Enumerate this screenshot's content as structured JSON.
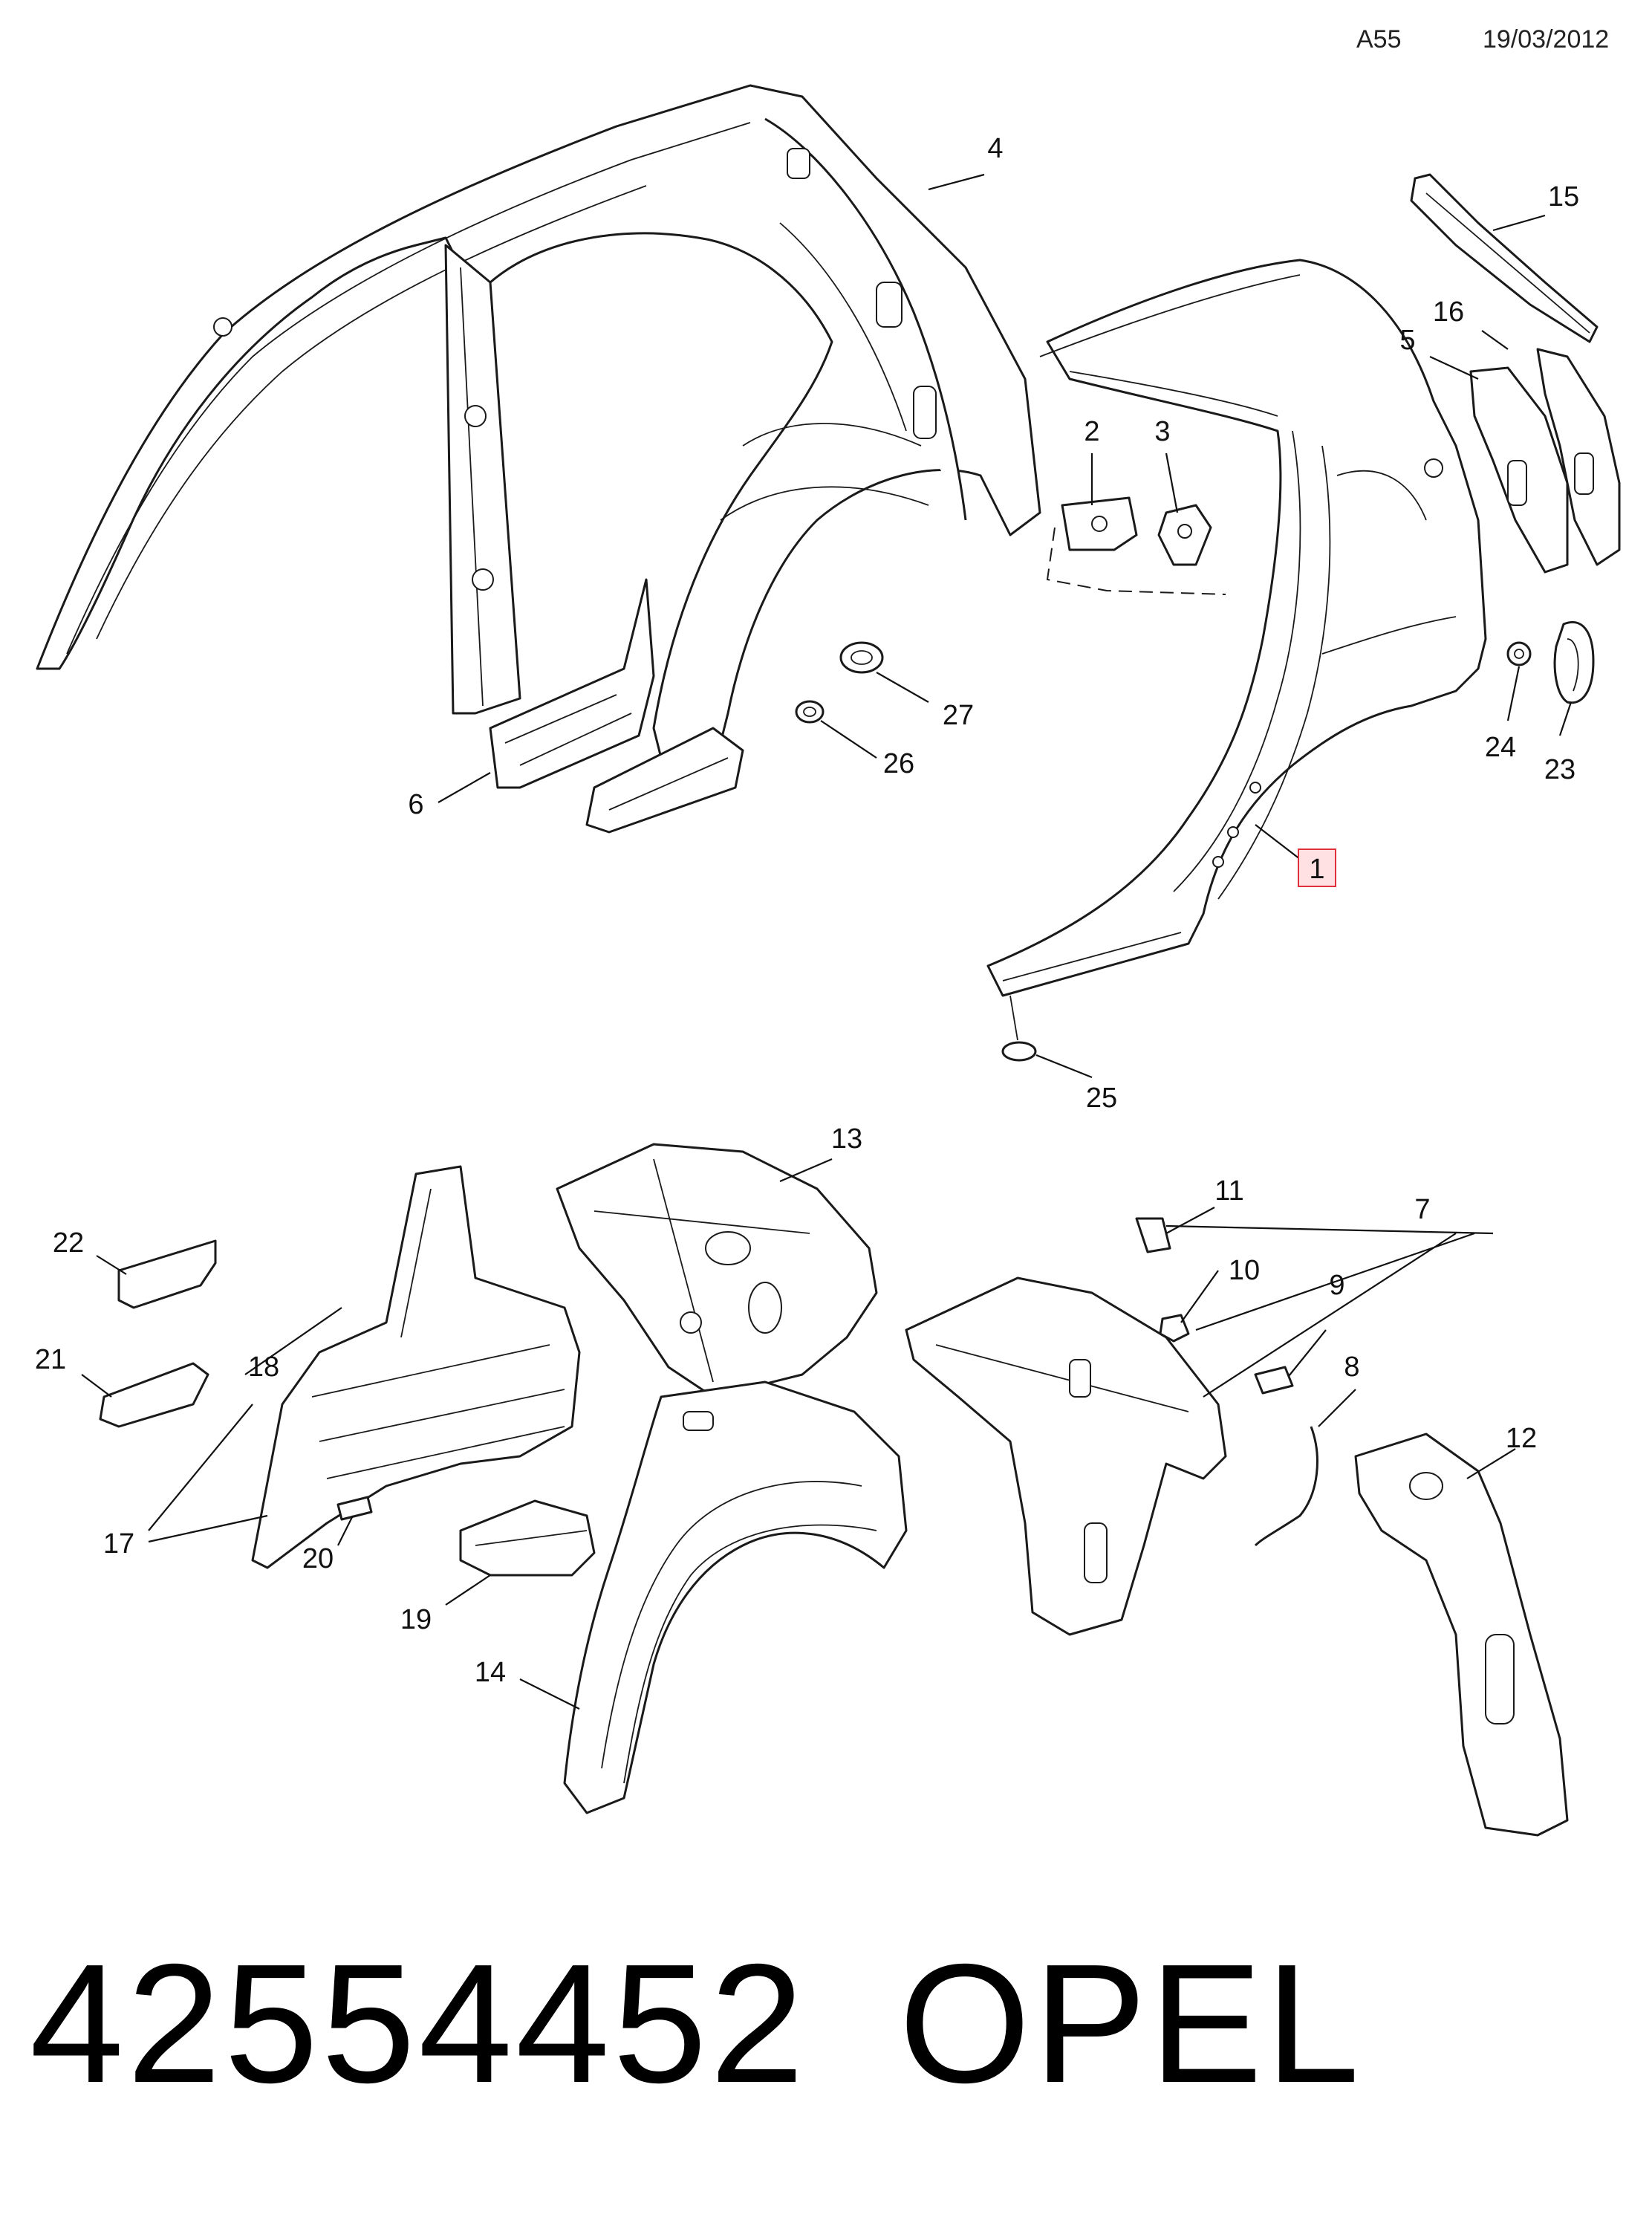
{
  "header": {
    "code": "A55",
    "date": "19/03/2012"
  },
  "callouts": [
    {
      "id": "c1",
      "label": "1",
      "highlighted": true
    },
    {
      "id": "c2",
      "label": "2"
    },
    {
      "id": "c3",
      "label": "3"
    },
    {
      "id": "c4",
      "label": "4"
    },
    {
      "id": "c5",
      "label": "5"
    },
    {
      "id": "c6",
      "label": "6"
    },
    {
      "id": "c7",
      "label": "7"
    },
    {
      "id": "c8",
      "label": "8"
    },
    {
      "id": "c9",
      "label": "9"
    },
    {
      "id": "c10",
      "label": "10"
    },
    {
      "id": "c11",
      "label": "11"
    },
    {
      "id": "c12",
      "label": "12"
    },
    {
      "id": "c13",
      "label": "13"
    },
    {
      "id": "c14",
      "label": "14"
    },
    {
      "id": "c15",
      "label": "15"
    },
    {
      "id": "c16",
      "label": "16"
    },
    {
      "id": "c17",
      "label": "17"
    },
    {
      "id": "c18",
      "label": "18"
    },
    {
      "id": "c19",
      "label": "19"
    },
    {
      "id": "c20",
      "label": "20"
    },
    {
      "id": "c21",
      "label": "21"
    },
    {
      "id": "c22",
      "label": "22"
    },
    {
      "id": "c23",
      "label": "23"
    },
    {
      "id": "c24",
      "label": "24"
    },
    {
      "id": "c25",
      "label": "25"
    },
    {
      "id": "c26",
      "label": "26"
    },
    {
      "id": "c27",
      "label": "27"
    }
  ],
  "footer": {
    "part_number": "42554452",
    "brand": "OPEL"
  },
  "colors": {
    "highlight_fill": "#ffe0e3",
    "highlight_stroke": "#e0303c",
    "line": "#1a1a1a"
  }
}
